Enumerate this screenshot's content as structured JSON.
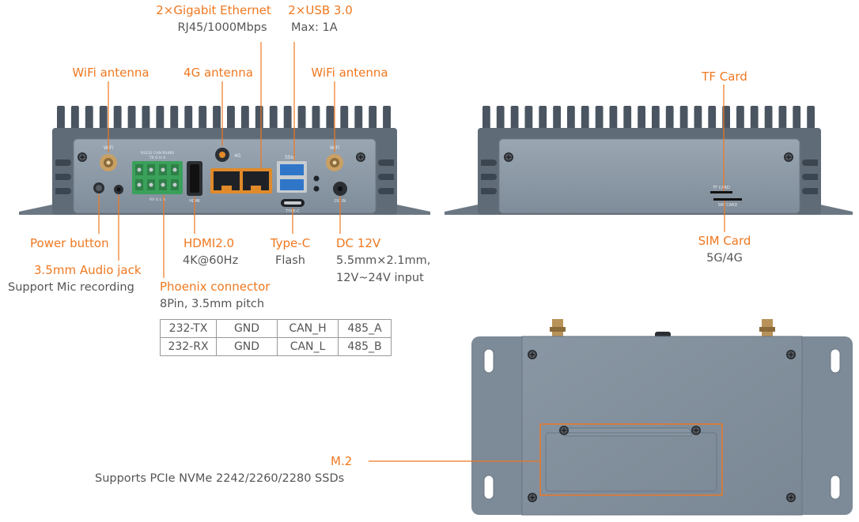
{
  "labels": {
    "ethernet": {
      "title": "2×Gigabit Ethernet",
      "sub": "RJ45/1000Mbps"
    },
    "usb": {
      "title": "2×USB 3.0",
      "sub": "Max: 1A"
    },
    "wifi_left": {
      "title": "WiFi antenna"
    },
    "antenna_4g": {
      "title": "4G antenna"
    },
    "wifi_right": {
      "title": "WiFi antenna"
    },
    "tf_card": {
      "title": "TF Card"
    },
    "power_button": {
      "title": "Power button"
    },
    "audio_jack": {
      "title": "3.5mm Audio jack",
      "sub": "Support Mic recording"
    },
    "hdmi": {
      "title": "HDMI2.0",
      "sub": "4K@60Hz"
    },
    "typec": {
      "title": "Type-C",
      "sub": "Flash"
    },
    "dc": {
      "title": "DC 12V",
      "sub1": "5.5mm×2.1mm,",
      "sub2": "12V~24V input"
    },
    "sim_card": {
      "title": "SIM Card",
      "sub": "5G/4G"
    },
    "phoenix": {
      "title": "Phoenix connector",
      "sub": "8Pin, 3.5mm pitch"
    },
    "m2": {
      "title": "M.2",
      "sub": "Supports PCIe NVMe 2242/2260/2280 SSDs"
    }
  },
  "phoenix_table": {
    "row1": [
      "232-TX",
      "GND",
      "CAN_H",
      "485_A"
    ],
    "row2": [
      "232-RX",
      "GND",
      "CAN_L",
      "485_B"
    ]
  },
  "panel_marks": {
    "wifi": "WiFi",
    "g4": "4G",
    "ss": "SS⇆",
    "top_pins": "RS232  CAN  RS485",
    "top_pins2": "TX  G  H  A",
    "bot_pins": "RX  G  L  B",
    "hdmi": "HDMI",
    "typec": "TYPE-C",
    "dcin": "DC IN",
    "tf_card": "TF CARD",
    "sim_card": "SIM CARD"
  },
  "colors": {
    "accent": "#f07820",
    "body": "#8a98a6",
    "body_dark": "#55616d",
    "fin": "#4a5561",
    "port_orange": "#e08a2a",
    "usb_blue": "#2f76c9",
    "terminal_green": "#3aa15a"
  }
}
